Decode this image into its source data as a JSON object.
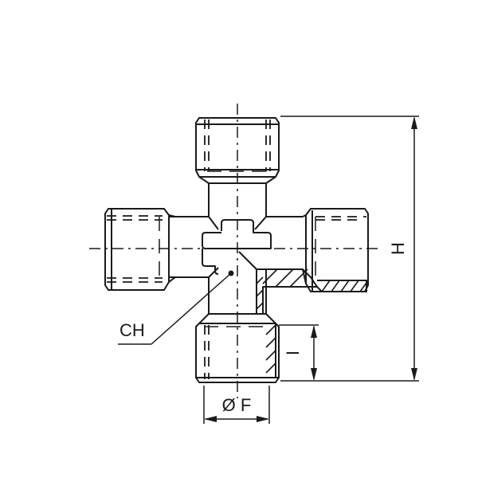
{
  "diagram": {
    "subject": "Cross fitting (4-way) with female threaded ports",
    "labels": {
      "ch": "CH",
      "diameter": "Ø F",
      "height": "H",
      "length": "I"
    },
    "colors": {
      "line": "#1a1a1a",
      "background": "#ffffff"
    }
  }
}
